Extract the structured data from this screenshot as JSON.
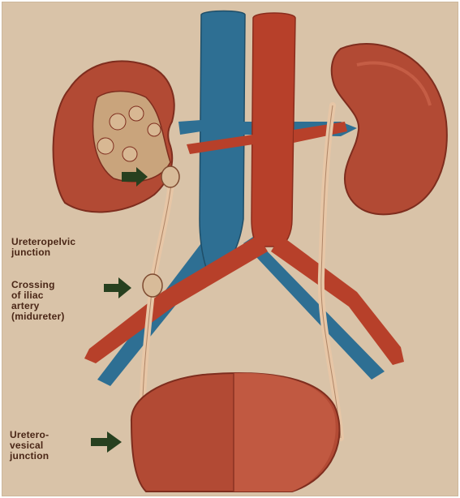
{
  "labels": {
    "ureteropelvic": "Ureteropelvic\njunction",
    "crossing": "Crossing\nof iliac\nartery\n(midureter)",
    "ureterovesical": "Uretero-\nvesical\njunction"
  },
  "colors": {
    "background": "#d9c3a8",
    "artery": "#b7402a",
    "vein": "#2e6f93",
    "kidney": "#b24a34",
    "ureter": "#e7c6a6",
    "arrow": "#27401f",
    "label_text": "#4a2616"
  }
}
